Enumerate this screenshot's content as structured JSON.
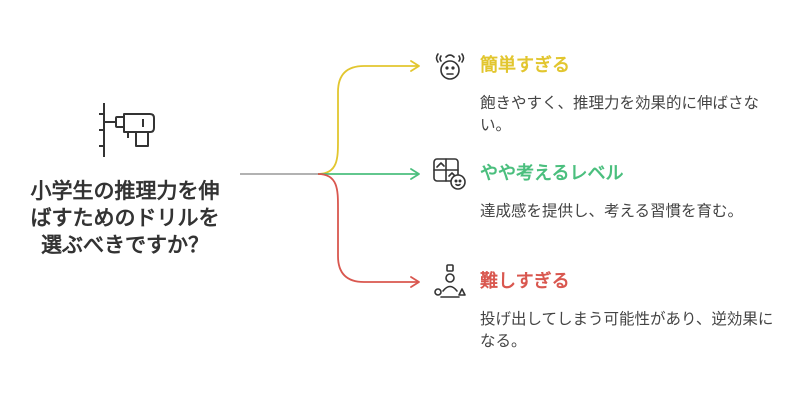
{
  "question": "小学生の推理力を伸ばすためのドリルを選ぶべきですか？",
  "branches": [
    {
      "title": "簡単すぎる",
      "description": "飽きやすく、推理力を効果的に伸ばさない。",
      "color": "#e2c62f",
      "icon": "bored-face-icon"
    },
    {
      "title": "やや考えるレベル",
      "description": "達成感を提供し、考える習慣を育む。",
      "color": "#4bbf7e",
      "icon": "puzzle-face-icon"
    },
    {
      "title": "難しすぎる",
      "description": "投げ出してしまう可能性があり、逆効果になる。",
      "color": "#d9574f",
      "icon": "frustrated-person-icon"
    }
  ],
  "colors": {
    "connector": "#999999",
    "text": "#333333"
  }
}
